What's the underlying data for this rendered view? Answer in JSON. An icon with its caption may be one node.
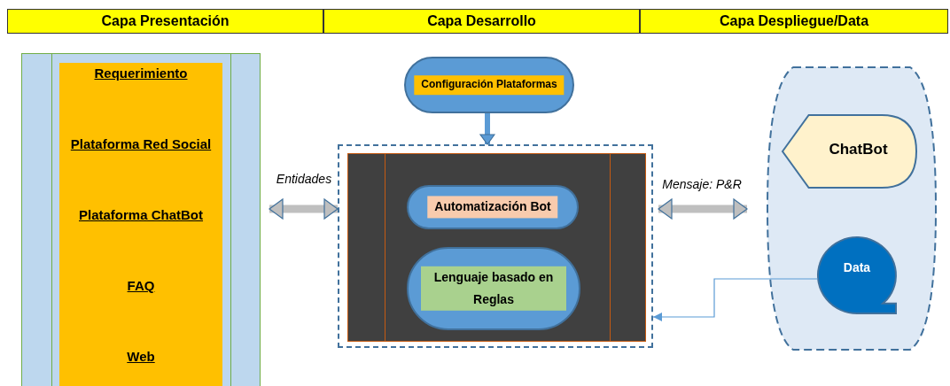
{
  "diagram": {
    "nodes": [
      {
        "text": [
          "Capa Presentación"
        ]
      },
      {
        "text": [
          "Capa Desarrollo"
        ]
      },
      {
        "text": [
          "Capa Despliegue/Data"
        ]
      },
      {
        "text": [],
        "shape": "box"
      },
      {
        "text": [
          "Requerimiento",
          "Plataforma Red Social",
          "Plataforma ChatBot",
          "FAQ",
          "Web"
        ],
        "in": 3
      },
      {
        "text": [
          "Configuración Plataformas"
        ]
      },
      {
        "text": [],
        "shape": "box"
      },
      {
        "text": [],
        "shape": "box",
        "in": 6
      },
      {
        "text": [
          "Automatización Bot"
        ],
        "in": 7
      },
      {
        "text": [
          "Lenguaje basado en Reglas"
        ],
        "in": 7
      },
      {
        "text": [],
        "shape": "barrel"
      },
      {
        "text": [
          "ChatBot"
        ],
        "in": 10
      },
      {
        "text": [
          "Data"
        ],
        "in": 10
      }
    ],
    "edges": [
      {
        "from": 5,
        "to": 6,
        "arrow": "to",
        "color": "#5b9bd5"
      },
      {
        "from": 3,
        "to": 6,
        "arrow": "both",
        "color": "#bfbfbf",
        "label": "Entidades"
      },
      {
        "from": 6,
        "to": 10,
        "arrow": "both",
        "color": "#bfbfbf",
        "label": "Mensaje: P&R"
      },
      {
        "from": 12,
        "to": 6,
        "arrow": "to",
        "color": "#5b9bd5"
      }
    ]
  }
}
